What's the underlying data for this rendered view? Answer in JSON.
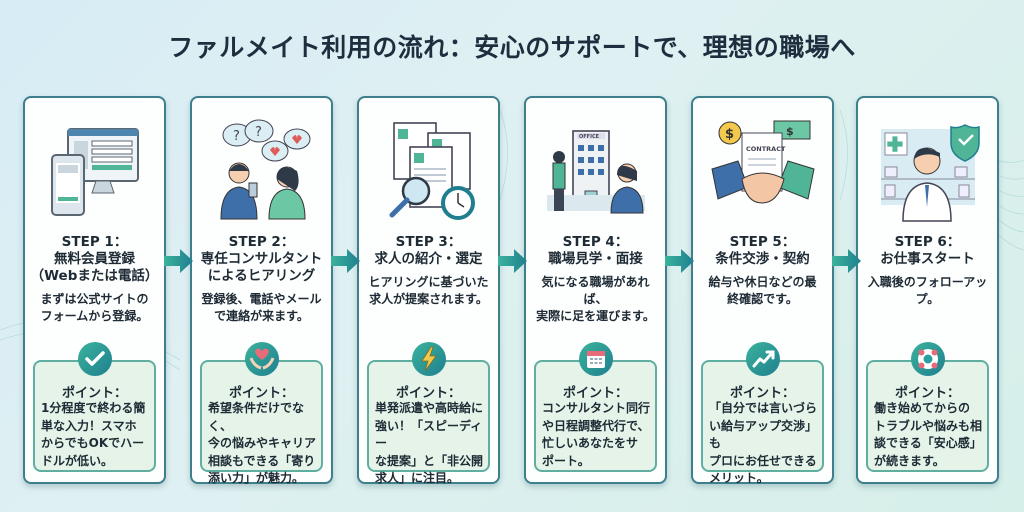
{
  "title": "ファルメイト利用の流れ：安心のサポートで、理想の職場へ",
  "colors": {
    "card_border": "#3d7f8c",
    "point_bg": "#e5f3e9",
    "point_border": "#5fae9f",
    "accent_teal": "#1f7f8f",
    "arrow": "#2a8fa0"
  },
  "steps": [
    {
      "step_label": "STEP 1：",
      "title_lines": [
        "無料会員登録",
        "（Webまたは電話）"
      ],
      "desc_lines": [
        "まずは公式サイトの",
        "フォームから登録。"
      ],
      "illustration": "devices-registration-form",
      "point_icon": "checkmark-icon",
      "point_label": "ポイント：",
      "point_lines": [
        "1分程度で終わる簡",
        "単な入力！スマホ",
        "からでもOKでハー",
        "ドルが低い。"
      ]
    },
    {
      "step_label": "STEP 2：",
      "title_lines": [
        "専任コンサルタント",
        "によるヒアリング"
      ],
      "desc_lines": [
        "登録後、電話やメール",
        "で連絡が来ます。"
      ],
      "illustration": "consultation-conversation",
      "point_icon": "heart-hands-icon",
      "point_label": "ポイント：",
      "point_lines": [
        "希望条件だけでなく、",
        "今の悩みやキャリア",
        "相談もできる「寄り",
        "添い力」が魅力。"
      ]
    },
    {
      "step_label": "STEP 3：",
      "title_lines": [
        "求人の紹介・選定"
      ],
      "desc_lines": [
        "ヒアリングに基づいた",
        "求人が提案されます。"
      ],
      "illustration": "job-documents-magnifier-stopwatch",
      "point_icon": "lightning-icon",
      "point_label": "ポイント：",
      "point_lines": [
        "単発派遣や高時給に",
        "強い！「スピーディー",
        "な提案」と「非公開",
        "求人」に注目。"
      ]
    },
    {
      "step_label": "STEP 4：",
      "title_lines": [
        "職場見学・面接"
      ],
      "desc_lines": [
        "気になる職場があれば、",
        "実際に足を運びます。"
      ],
      "illustration": "office-building-visit",
      "office_sign": "OFFICE",
      "point_icon": "calendar-icon",
      "point_label": "ポイント：",
      "point_lines": [
        "コンサルタント同行",
        "や日程調整代行で、",
        "忙しいあなたをサ",
        "ポート。"
      ]
    },
    {
      "step_label": "STEP 5：",
      "title_lines": [
        "条件交渉・契約"
      ],
      "desc_lines": [
        "給与や休日などの最",
        "終確認です。"
      ],
      "illustration": "handshake-contract",
      "contract_label": "CONTRACT",
      "point_icon": "trend-up-icon",
      "point_label": "ポイント：",
      "point_lines": [
        "「自分では言いづら",
        "い給与アップ交渉」も",
        "プロにお任せできる",
        "メリット。"
      ]
    },
    {
      "step_label": "STEP 6：",
      "title_lines": [
        "お仕事スタート"
      ],
      "desc_lines": [
        "入職後のフォローアッ",
        "プ。"
      ],
      "illustration": "pharmacist-shield",
      "point_icon": "lifebuoy-icon",
      "point_label": "ポイント：",
      "point_lines": [
        "働き始めてからの",
        "トラブルや悩みも相",
        "談できる「安心感」",
        "が続きます。"
      ]
    }
  ]
}
